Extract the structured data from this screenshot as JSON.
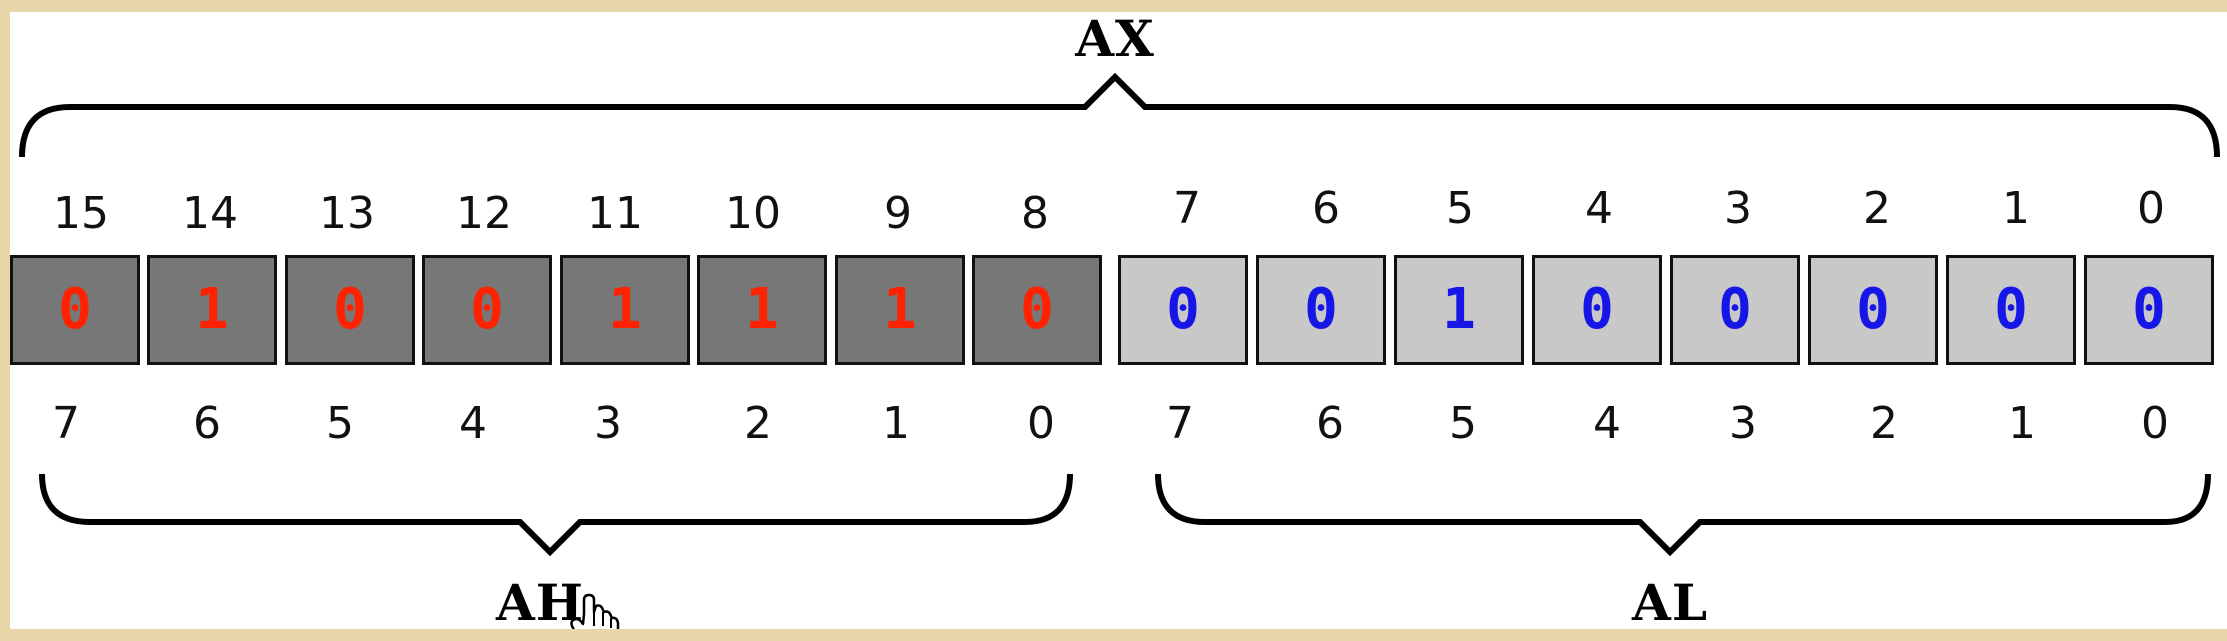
{
  "labels": {
    "ax": "AX",
    "ah": "AH",
    "al": "AL"
  },
  "bit_numbers_top": [
    "15",
    "14",
    "13",
    "12",
    "11",
    "10",
    "9",
    "8",
    "7",
    "6",
    "5",
    "4",
    "3",
    "2",
    "1",
    "0"
  ],
  "bit_numbers_bottom": [
    "7",
    "6",
    "5",
    "4",
    "3",
    "2",
    "1",
    "0",
    "7",
    "6",
    "5",
    "4",
    "3",
    "2",
    "1",
    "0"
  ],
  "ah_bits": [
    "0",
    "1",
    "0",
    "0",
    "1",
    "1",
    "1",
    "0"
  ],
  "al_bits": [
    "0",
    "0",
    "1",
    "0",
    "0",
    "0",
    "0",
    "0"
  ],
  "colors": {
    "high_cell_bg": "#777777",
    "high_bit_text": "#ff2200",
    "low_cell_bg": "#c8c8c8",
    "low_bit_text": "#1616e6",
    "frame": "#e6d6a8"
  },
  "icons": {
    "cursor": "hand-pointer-icon"
  }
}
